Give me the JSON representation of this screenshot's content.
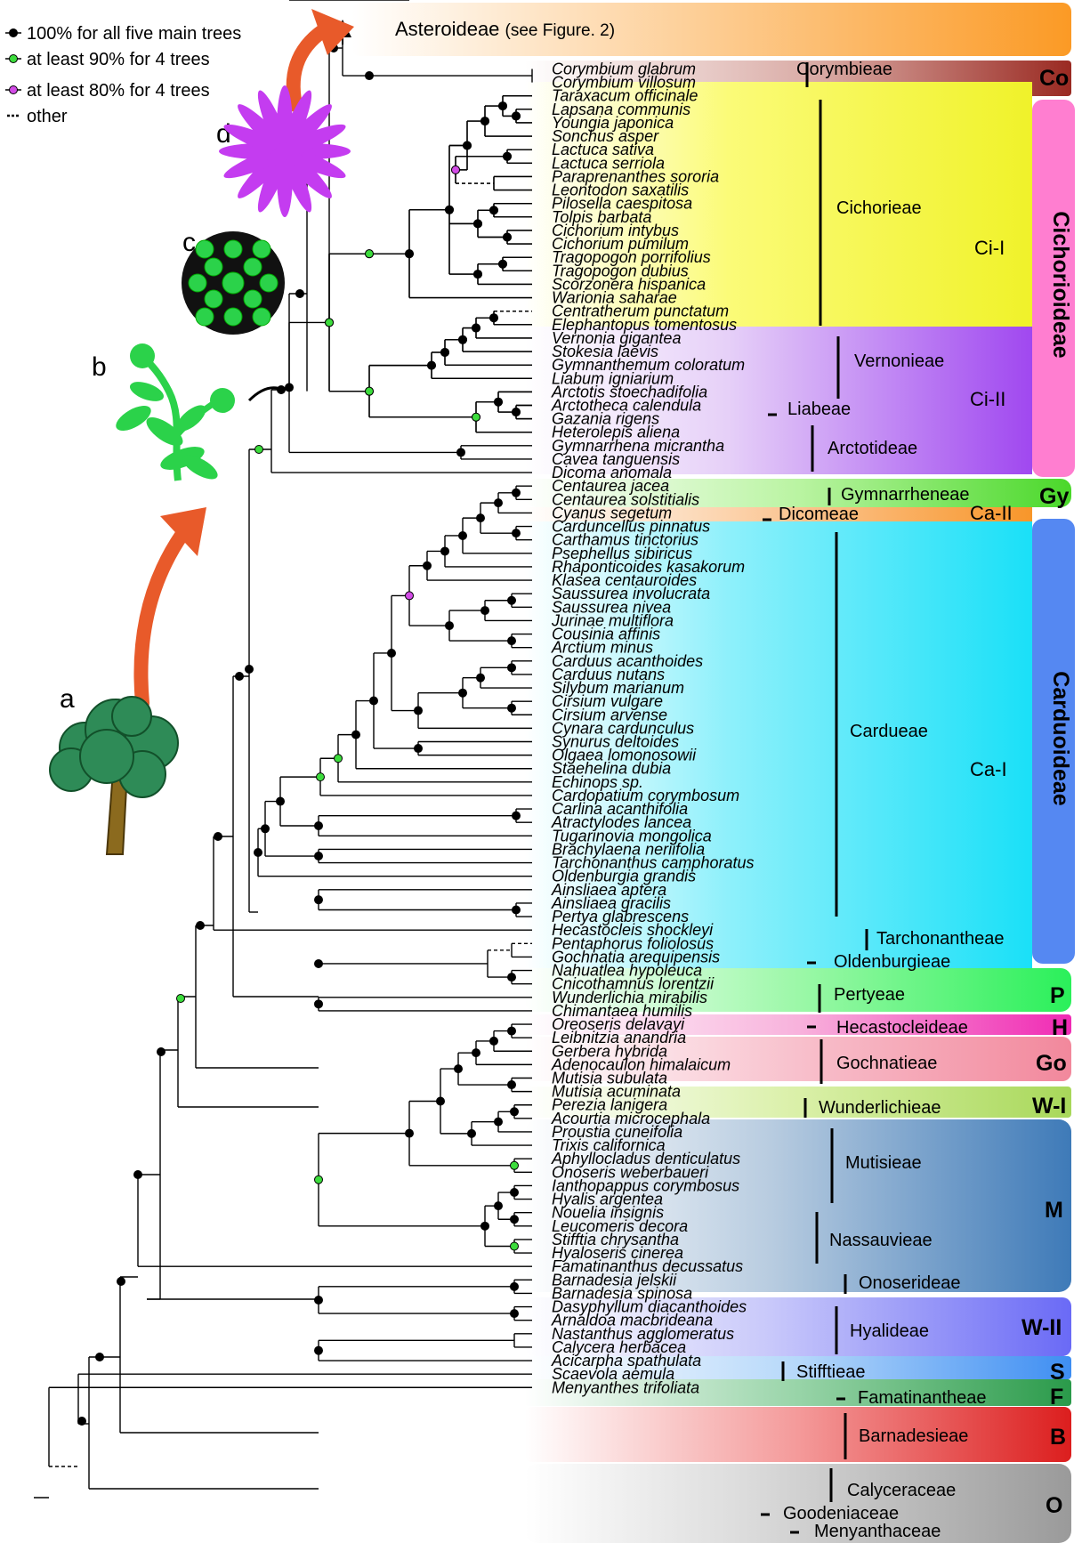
{
  "legend": [
    {
      "label": "100% for all five main trees",
      "marker": "black"
    },
    {
      "label": "at least 90% for 4 trees",
      "marker": "green"
    },
    {
      "label": "at least 80% for 4 trees",
      "marker": "magenta"
    },
    {
      "label": "other",
      "marker": "dashed"
    }
  ],
  "panel_labels": [
    "a",
    "b",
    "c",
    "d"
  ],
  "header": {
    "label": "Asteroideae",
    "note": "(see Figure. 2)"
  },
  "colors": {
    "node_black": "#000000",
    "node_green": "#3cdc3c",
    "node_magenta": "#d24be6",
    "arrow": "#e85a2a",
    "tree_foliage": "#2e8b57",
    "plant": "#2bd24a",
    "flower": "#c43cf0"
  },
  "taxa": [
    "Corymbium  glabrum",
    "Corymbium  villosum",
    "Taraxacum officinale",
    "Lapsana communis",
    "Youngia japonica",
    "Sonchus asper",
    "Lactuca sativa",
    "Lactuca serriola",
    "Paraprenanthes sororia",
    "Leontodon saxatilis",
    "Pilosella caespitosa",
    "Tolpis barbata",
    "Cichorium intybus",
    "Cichorium pumilum",
    "Tragopogon porrifolius",
    "Tragopogon dubius",
    "Scorzonera hispanica",
    "Warionia saharae",
    "Centratherum punctatum",
    "Elephantopus tomentosus",
    "Vernonia gigantea",
    "Stokesia laevis",
    "Gymnanthemum coloratum",
    "Liabum igniarium",
    "Arctotis stoechadifolia",
    "Arctotheca calendula",
    "Gazania rigens",
    "Heterolepis aliena",
    "Gymnarrhena micrantha",
    "Cavea tanguensis",
    "Dicoma anomala",
    "Centaurea jacea",
    "Centaurea solstitialis",
    "Cyanus segetum",
    "Carduncellus pinnatus",
    "Carthamus tinctorius",
    "Psephellus sibiricus",
    "Rhaponticoides kasakorum",
    "Klasea centauroides",
    "Saussurea involucrata",
    "Saussurea nivea",
    "Jurinae multiflora",
    "Cousinia affinis",
    "Arctium minus",
    "Carduus acanthoides",
    "Carduus nutans",
    "Silybum marianum",
    "Cirsium vulgare",
    "Cirsium arvense",
    "Cynara cardunculus",
    "Synurus deltoides",
    "Olgaea lomonosowii",
    "Staehelina dubia",
    "Echinops sp.",
    "Cardopatium corymbosum",
    "Carlina acanthifolia",
    "Atractylodes lancea",
    "Tugarinovia mongolica",
    "Brachylaena neriifolia",
    "Tarchonanthus camphoratus",
    "Oldenburgia grandis",
    "Ainsliaea aptera",
    "Ainsliaea gracilis",
    "Pertya glabrescens",
    "Hecastocleis shockleyi",
    "Pentaphorus foliolosus",
    "Gochnatia arequipensis",
    "Nahuatlea hypoleuca",
    "Cnicothamnus lorentzii",
    "Wunderlichia mirabilis",
    "Chimantaea humilis",
    "Oreoseris delavayi",
    "Leibnitzia anandria",
    "Gerbera hybrida",
    "Adenocaulon himalaicum",
    "Mutisia subulata",
    "Mutisia acuminata",
    "Perezia lanigera",
    "Acourtia microcephala",
    "Proustia cuneifolia",
    "Trixis californica",
    "Aphyllocladus denticulatus",
    "Onoseris weberbaueri",
    "Ianthopappus corymbosus",
    "Hyalis argentea",
    "Nouelia insignis",
    "Leucomeris decora",
    "Stifftia chrysantha",
    "Hyaloseris cinerea",
    "Famatinanthus decussatus",
    "Barnadesia jelskii",
    "Barnadesia spinosa",
    "Dasyphyllum diacanthoides",
    "Arnaldoa macbrideana",
    "Nastanthus agglomeratus",
    "Calycera herbacea",
    "Acicarpha spathulata",
    "Scaevola aemula",
    "Menyanthes trifoliata"
  ],
  "tribes": [
    "Corymbieae",
    "Cichorieae",
    "Vernonieae",
    "Liabeae",
    "Arctotideae",
    "Gymnarrheneae",
    "Dicomeae",
    "Cardueae",
    "Tarchonantheae",
    "Oldenburgieae",
    "Pertyeae",
    "Hecastocleideae",
    "Gochnatieae",
    "Wunderlichieae",
    "Mutisieae",
    "Nassauvieae",
    "Onoserideae",
    "Hyalideae",
    "Stifftieae",
    "Famatinantheae",
    "Barnadesieae",
    "Calyceraceae",
    "Goodeniaceae",
    "Menyanthaceae"
  ],
  "subclades": [
    "Ci-I",
    "Ci-II",
    "Ca-II",
    "Ca-I"
  ],
  "subfamilies": [
    "Cichorioideae",
    "Carduoideae"
  ],
  "abbreviations": [
    "Co",
    "Gy",
    "P",
    "H",
    "Go",
    "W-I",
    "M",
    "W-II",
    "S",
    "F",
    "B",
    "O"
  ]
}
